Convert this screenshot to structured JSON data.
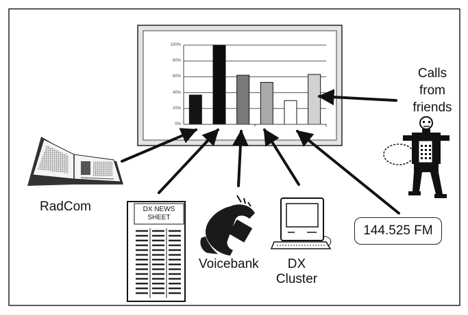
{
  "labels": {
    "radcom": "RadCom",
    "news_sheet_line1": "DX NEWS",
    "news_sheet_line2": "SHEET",
    "voicebank": "Voicebank",
    "dx_line1": "DX",
    "dx_line2": "Cluster",
    "frequency": "144.525 FM",
    "calls_line1": "Calls",
    "calls_line2": "from",
    "calls_line3": "friends"
  },
  "chart_data": {
    "type": "bar",
    "categories": [
      "",
      "",
      "",
      "",
      "",
      ""
    ],
    "values": [
      37,
      100,
      62,
      53,
      30,
      63
    ],
    "ylim": [
      0,
      100
    ],
    "y_ticks": [
      "0%",
      "20%",
      "40%",
      "60%",
      "80%",
      "100%"
    ],
    "grid": true,
    "bar_fills": [
      "#151515",
      "#0c0c0c",
      "#7a7a7a",
      "#a9a9a9",
      "#ffffff",
      "#d2d2d2"
    ]
  },
  "colors": {
    "ink": "#111111",
    "chart_frame": "#e6e6e6"
  },
  "icons": [
    "magazine-icon",
    "newsletter-icon",
    "telephone-icon",
    "computer-icon",
    "person-with-radio-icon"
  ]
}
